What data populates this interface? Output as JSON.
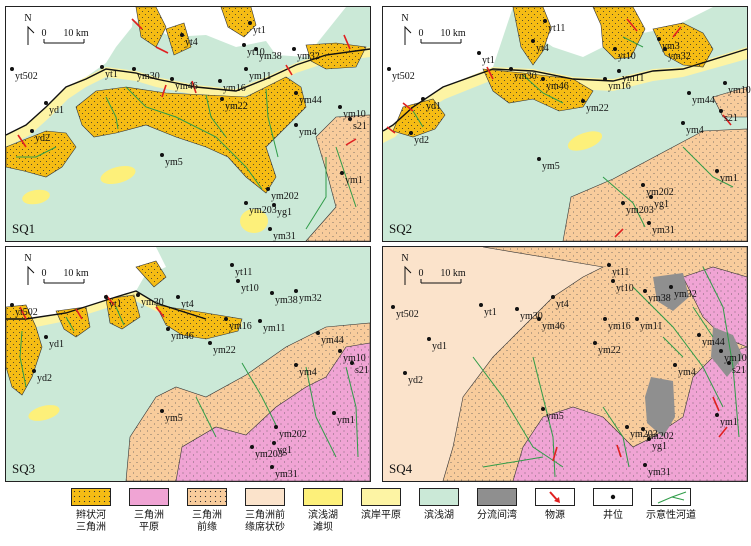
{
  "colors": {
    "braided_delta": "#f5bc14",
    "delta_plain": "#f0a4d4",
    "delta_front": "#f8cc9c",
    "delta_front_sheet": "#fbe3cb",
    "shallow_bar": "#fdf07a",
    "shore_plain": "#fdf4a4",
    "shallow_lake": "#cbe9d7",
    "interdistributary_bay": "#8f8f8f"
  },
  "scale": {
    "zero": "0",
    "label": "10 km",
    "north": "N"
  },
  "panels": [
    {
      "label": "SQ1",
      "wells": [
        "yt1",
        "yt10",
        "yt4",
        "ym38",
        "ym32",
        "yt502",
        "yt1",
        "ym30",
        "ym46",
        "ym16",
        "ym11",
        "yd1",
        "ym44",
        "ym10",
        "ym22",
        "s21",
        "ym4",
        "yd2",
        "ym5",
        "ym1",
        "ym202",
        "ym203",
        "yg1",
        "ym31"
      ]
    },
    {
      "label": "SQ2",
      "wells": [
        "yt11",
        "yt10",
        "yt4",
        "ym3",
        "ym32",
        "yt502",
        "yt1",
        "ym30",
        "ym46",
        "ym16",
        "ym11",
        "yd1",
        "ym44",
        "ym10",
        "ym22",
        "s21",
        "ym4",
        "yd2",
        "ym5",
        "ym1",
        "ym202",
        "ym203",
        "yg1",
        "ym31"
      ]
    },
    {
      "label": "SQ3",
      "wells": [
        "yt11",
        "yt10",
        "yt4",
        "ym38",
        "ym32",
        "yt502",
        "yt1",
        "ym30",
        "ym46",
        "ym16",
        "ym11",
        "yd1",
        "ym44",
        "ym10",
        "ym22",
        "s21",
        "ym4",
        "yd2",
        "ym5",
        "ym1",
        "ym202",
        "ym203",
        "yg1",
        "ym31"
      ]
    },
    {
      "label": "SQ4",
      "wells": [
        "yt11",
        "yt10",
        "yt4",
        "ym38",
        "ym32",
        "yt502",
        "yt1",
        "ym30",
        "ym46",
        "ym16",
        "ym11",
        "yd1",
        "ym44",
        "ym10",
        "ym22",
        "s21",
        "ym4",
        "yd2",
        "ym5",
        "ym1",
        "ym202",
        "ym203",
        "yg1",
        "ym31"
      ]
    }
  ],
  "legend": [
    {
      "label": "辫状河\n三角洲",
      "color": "#f5bc14",
      "kind": "dots"
    },
    {
      "label": "三角洲\n平原",
      "color": "#f0a4d4",
      "kind": "plain"
    },
    {
      "label": "三角洲\n前缘",
      "color": "#f8cc9c",
      "kind": "dots"
    },
    {
      "label": "三角洲前\n缘席状砂",
      "color": "#fbe3cb",
      "kind": "plain"
    },
    {
      "label": "滨浅湖\n滩坝",
      "color": "#fdf07a",
      "kind": "plain"
    },
    {
      "label": "滨岸平原",
      "color": "#fdf4a4",
      "kind": "plain"
    },
    {
      "label": "滨浅湖",
      "color": "#cbe9d7",
      "kind": "plain"
    },
    {
      "label": "分流间湾",
      "color": "#8f8f8f",
      "kind": "plain"
    },
    {
      "label": "物源",
      "color": "#ffffff",
      "kind": "arrow"
    },
    {
      "label": "井位",
      "color": "#ffffff",
      "kind": "well"
    },
    {
      "label": "示意性河道",
      "color": "#ffffff",
      "kind": "channel"
    }
  ]
}
